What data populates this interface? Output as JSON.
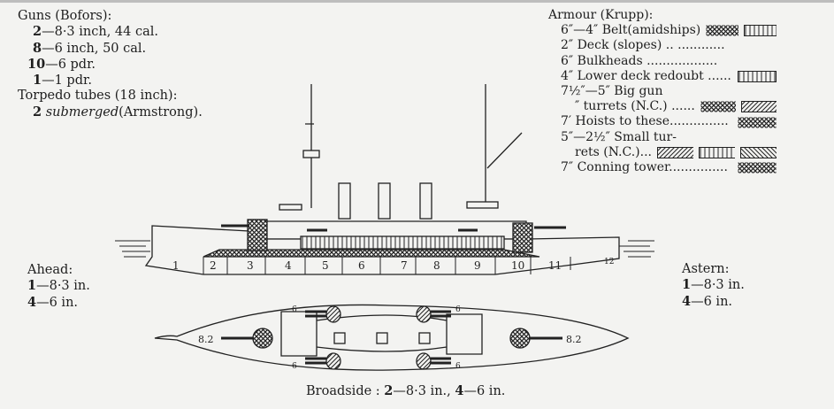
{
  "guns": {
    "heading": "Guns (Bofors):",
    "items": [
      {
        "count": "2",
        "desc": "—8·3 inch, 44 cal."
      },
      {
        "count": "8",
        "desc": "—6 inch, 50 cal."
      },
      {
        "count": "10",
        "desc": "—6 pdr."
      },
      {
        "count": "1",
        "desc": "—1 pdr."
      }
    ],
    "torpedo_heading": "Torpedo tubes (18 inch):",
    "torpedo_count": "2",
    "torpedo_type": "submerged",
    "torpedo_maker": "(Armstrong)."
  },
  "armour": {
    "heading": "Armour (Krupp):",
    "rows": [
      {
        "label": "6″—4″ Belt(amidships)",
        "swatches": [
          "crosshatch",
          "vertical"
        ]
      },
      {
        "label": "2″ Deck (slopes) .. ............",
        "swatches": []
      },
      {
        "label": "6″ Bulkheads  ..................",
        "swatches": []
      },
      {
        "label": "4″ Lower deck redoubt  ......",
        "swatches": [
          "vertical"
        ]
      },
      {
        "label": "7½″—5″ Big gun",
        "swatches": []
      },
      {
        "label": "″ turrets (N.C.) ......",
        "swatches": [
          "crosshatch",
          "diagonal"
        ]
      },
      {
        "label": "7′ Hoists to these...............",
        "swatches": [
          "crosshatch"
        ]
      },
      {
        "label": "5″—2½″ Small tur-",
        "swatches": []
      },
      {
        "label": "rets (N.C.)...",
        "swatches": [
          "diagonal",
          "vertical",
          "backdiagonal"
        ]
      },
      {
        "label": "7″ Conning tower...............",
        "swatches": [
          "crosshatch"
        ]
      }
    ]
  },
  "ahead": {
    "heading": "Ahead:",
    "items": [
      {
        "count": "1",
        "desc": "—8·3 in."
      },
      {
        "count": "4",
        "desc": "—6 in."
      }
    ]
  },
  "astern": {
    "heading": "Astern:",
    "items": [
      {
        "count": "1",
        "desc": "—8·3 in."
      },
      {
        "count": "4",
        "desc": "—6 in."
      }
    ]
  },
  "broadside": {
    "label": "Broadside : ",
    "a_count": "2",
    "a_desc": "—8·3 in., ",
    "b_count": "4",
    "b_desc": "—6 in."
  },
  "profile": {
    "compartments": [
      "1",
      "2",
      "3",
      "4",
      "5",
      "6",
      "7",
      "8",
      "9",
      "10",
      "11",
      "12"
    ],
    "plan_labels": {
      "bow_gun": "8.2",
      "stern_gun": "8.2",
      "side_gun": "6"
    }
  }
}
